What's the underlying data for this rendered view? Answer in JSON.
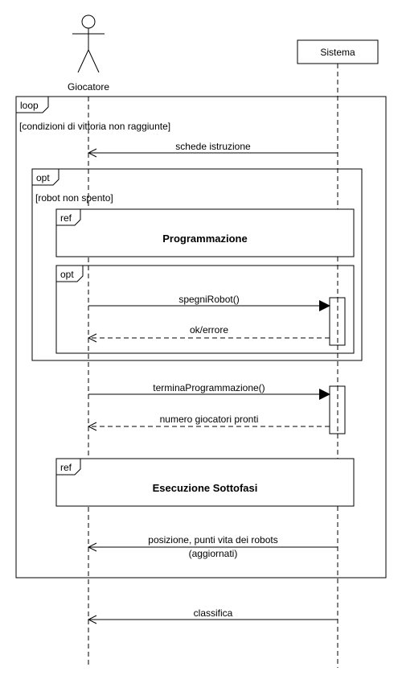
{
  "actors": {
    "player": "Giocatore",
    "system": "Sistema"
  },
  "frames": {
    "loop": {
      "operator": "loop",
      "guard": "[condizioni di vittoria non raggiunte]"
    },
    "opt_outer": {
      "operator": "opt",
      "guard": "[robot non spento]"
    },
    "ref_programming": {
      "operator": "ref",
      "title": "Programmazione"
    },
    "opt_inner": {
      "operator": "opt"
    },
    "ref_execution": {
      "operator": "ref",
      "title": "Esecuzione Sottofasi"
    }
  },
  "messages": {
    "schede": "schede istruzione",
    "spegni": "spegniRobot()",
    "ok": "ok/errore",
    "termina": "terminaProgrammazione()",
    "numero": "numero giocatori pronti",
    "posizione_1": "posizione, punti vita dei robots",
    "posizione_2": "(aggiornati)",
    "classifica": "classifica"
  }
}
